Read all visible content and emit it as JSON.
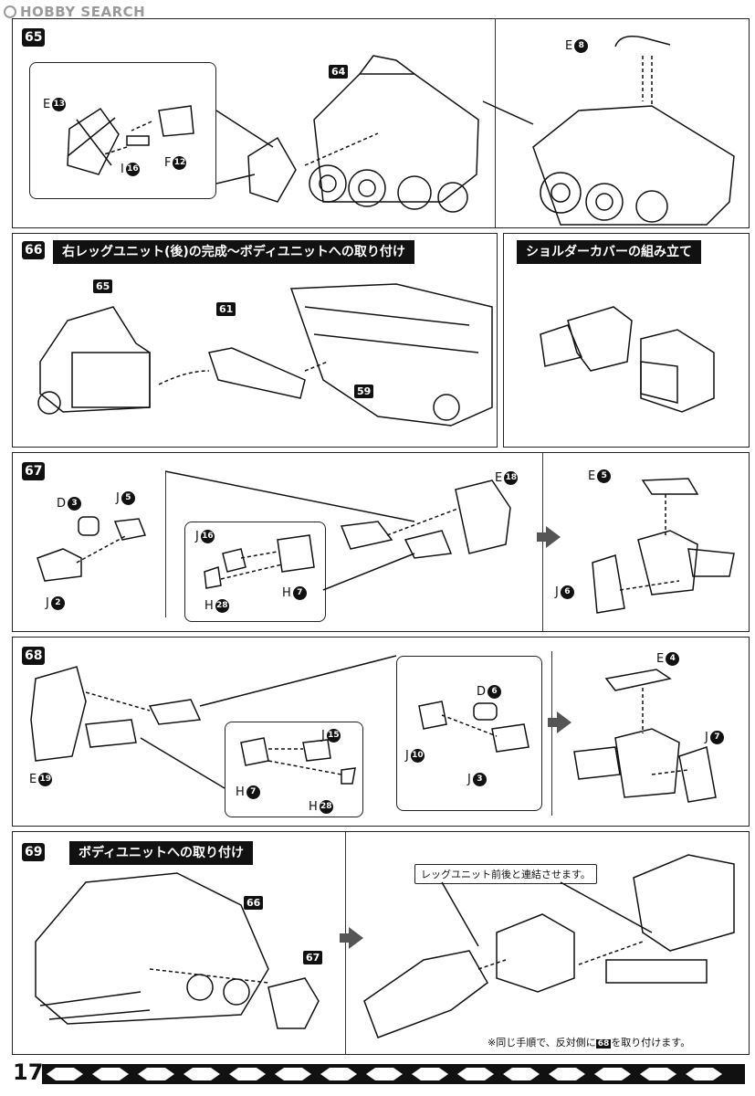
{
  "watermark": "HOBBY SEARCH",
  "page_number": "17",
  "steps": {
    "s65": {
      "number": "65",
      "part_ref": "64",
      "labels": {
        "e13": {
          "letter": "E",
          "num": "13"
        },
        "i16": {
          "letter": "I",
          "num": "16"
        },
        "f12": {
          "letter": "F",
          "num": "12"
        },
        "e8": {
          "letter": "E",
          "num": "8"
        }
      }
    },
    "s66": {
      "number": "66",
      "title": "右レッグユニット(後)の完成～ボディユニットへの取り付け",
      "refs": [
        "65",
        "61",
        "59"
      ]
    },
    "shoulder": {
      "title": "ショルダーカバーの組み立て"
    },
    "s67": {
      "number": "67",
      "labels": {
        "d3": {
          "letter": "D",
          "num": "3"
        },
        "j5": {
          "letter": "J",
          "num": "5"
        },
        "j2": {
          "letter": "J",
          "num": "2"
        },
        "j16": {
          "letter": "J",
          "num": "16"
        },
        "h28": {
          "letter": "H",
          "num": "28"
        },
        "h7": {
          "letter": "H",
          "num": "7"
        },
        "e18": {
          "letter": "E",
          "num": "18"
        },
        "e5": {
          "letter": "E",
          "num": "5"
        },
        "j6": {
          "letter": "J",
          "num": "6"
        }
      }
    },
    "s68": {
      "number": "68",
      "labels": {
        "e19": {
          "letter": "E",
          "num": "19"
        },
        "j15": {
          "letter": "J",
          "num": "15"
        },
        "h7": {
          "letter": "H",
          "num": "7"
        },
        "h28": {
          "letter": "H",
          "num": "28"
        },
        "d6": {
          "letter": "D",
          "num": "6"
        },
        "j10": {
          "letter": "J",
          "num": "10"
        },
        "j3": {
          "letter": "J",
          "num": "3"
        },
        "e4": {
          "letter": "E",
          "num": "4"
        },
        "j7": {
          "letter": "J",
          "num": "7"
        }
      }
    },
    "s69": {
      "number": "69",
      "title": "ボディユニットへの取り付け",
      "refs": [
        "66",
        "67"
      ],
      "callout": "レッグユニット前後と連結させます。",
      "note_before": "※同じ手順で、反対側に",
      "note_ref": "68",
      "note_after": "を取り付けます。"
    }
  }
}
